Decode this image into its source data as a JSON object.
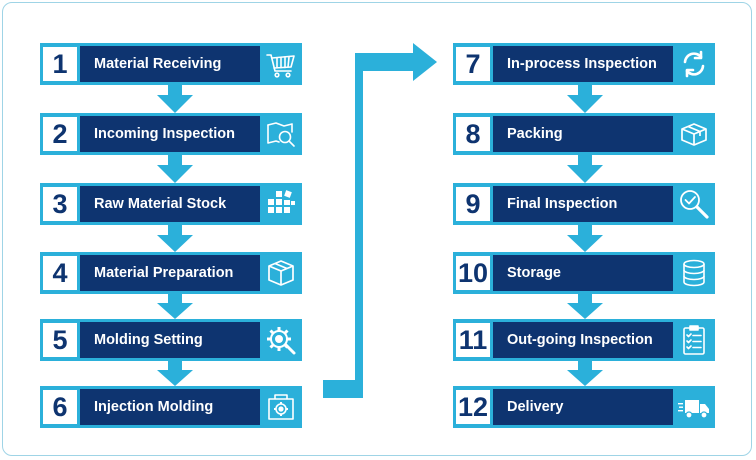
{
  "colors": {
    "navy": "#0e3470",
    "cyan": "#2bb0da",
    "border": "#9fd4e6"
  },
  "steps": [
    {
      "number": "1",
      "label": "Material Receiving",
      "icon": "shopping-cart-icon"
    },
    {
      "number": "2",
      "label": "Incoming Inspection",
      "icon": "inspection-search-icon"
    },
    {
      "number": "3",
      "label": "Raw Material Stock",
      "icon": "stock-grid-icon"
    },
    {
      "number": "4",
      "label": "Material Preparation",
      "icon": "box-icon"
    },
    {
      "number": "5",
      "label": "Molding Setting",
      "icon": "gear-setting-icon"
    },
    {
      "number": "6",
      "label": "Injection Molding",
      "icon": "molding-machine-icon"
    },
    {
      "number": "7",
      "label": "In-process Inspection",
      "icon": "refresh-cycle-icon"
    },
    {
      "number": "8",
      "label": "Packing",
      "icon": "package-icon"
    },
    {
      "number": "9",
      "label": "Final Inspection",
      "icon": "magnifier-check-icon"
    },
    {
      "number": "10",
      "label": "Storage",
      "icon": "database-storage-icon"
    },
    {
      "number": "11",
      "label": "Out-going Inspection",
      "icon": "clipboard-checklist-icon"
    },
    {
      "number": "12",
      "label": "Delivery",
      "icon": "delivery-truck-icon"
    }
  ]
}
